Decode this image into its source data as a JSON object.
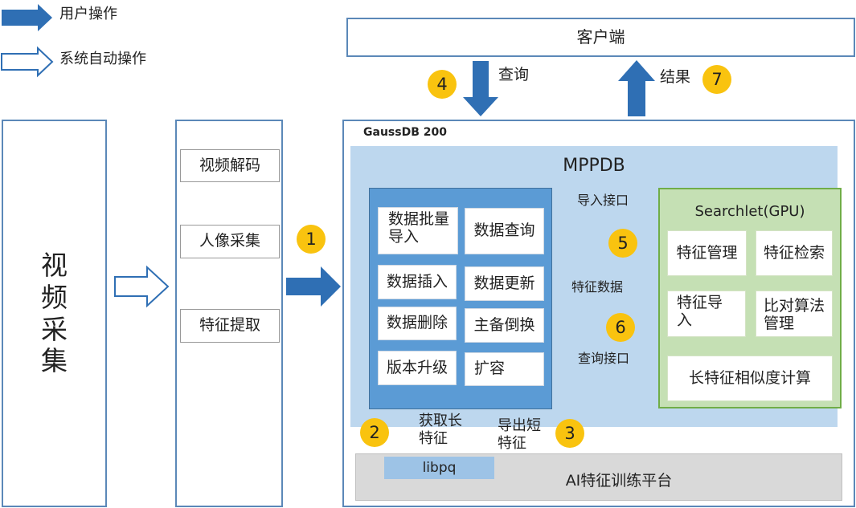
{
  "legend": {
    "user_op": "用户操作",
    "auto_op": "系统自动操作"
  },
  "client": {
    "label": "客户端"
  },
  "query_label": "查询",
  "result_label": "结果",
  "video_capture": "视\n频\n采\n集",
  "pipeline": {
    "steps": [
      "视频解码",
      "人像采集",
      "特征提取"
    ]
  },
  "gaussdb": {
    "title": "GaussDB 200",
    "mppdb": "MPPDB",
    "ops": [
      "数据批量\n导入",
      "数据查询",
      "数据插入",
      "数据更新",
      "数据删除",
      "主备倒换",
      "版本升级",
      "扩容"
    ]
  },
  "searchlet": {
    "title": "Searchlet(GPU)",
    "cells": [
      "特征管理",
      "特征检索",
      "特征导\n入",
      "比对算法\n管理"
    ],
    "wide": "长特征相似度计算"
  },
  "links": {
    "import_api": "导入接口",
    "feature_data": "特征数据",
    "query_api": "查询接口",
    "get_long": "获取长\n特征",
    "export_short": "导出短\n特征"
  },
  "libpq": "libpq",
  "ai_platform": "AI特征训练平台",
  "badges": [
    "1",
    "2",
    "3",
    "4",
    "5",
    "6",
    "7"
  ],
  "colors": {
    "solid_arrow": "#2f6fb4",
    "box_border": "#5b88b8",
    "mppdb_bg": "#bdd7ee",
    "ops_bg": "#5b9bd5",
    "searchlet_bg": "#c5e0b4",
    "searchlet_border": "#70ad47",
    "badge": "#f9c30f",
    "platform_bg": "#d9d9d9",
    "libpq_bg": "#9dc3e6"
  }
}
